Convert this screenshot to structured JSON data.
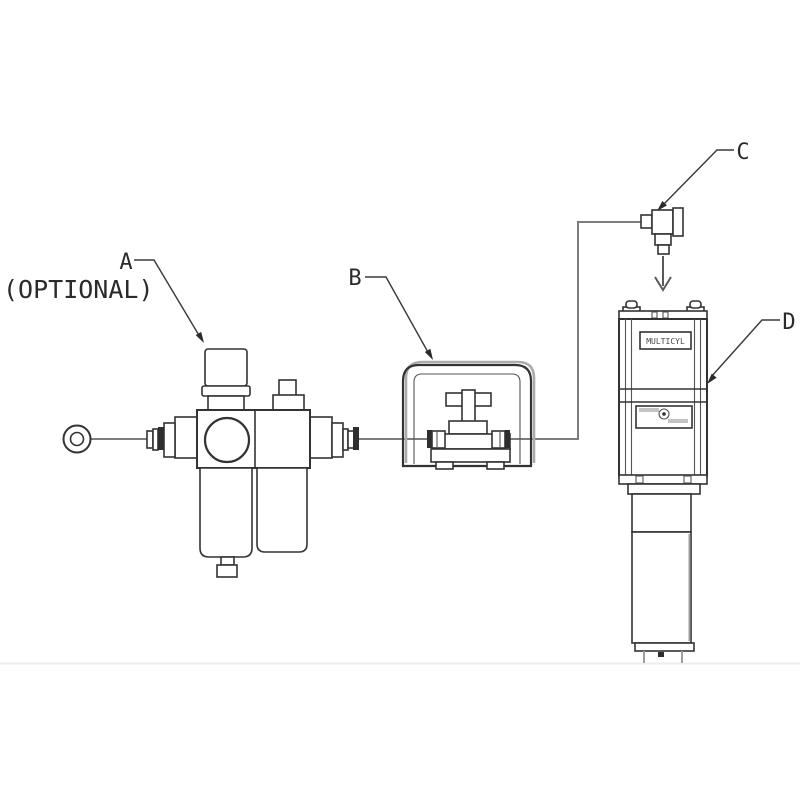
{
  "labels": {
    "a": "A",
    "a_note": "(OPTIONAL)",
    "b": "B",
    "c": "C",
    "d": "D"
  },
  "cylinder": {
    "brand": "MULTICYL"
  },
  "colors": {
    "line": "#333333",
    "pipe": "#7d7d7d",
    "shade": "#9e9e9e",
    "label_text": "#2b2b2b",
    "background": "#ffffff"
  }
}
